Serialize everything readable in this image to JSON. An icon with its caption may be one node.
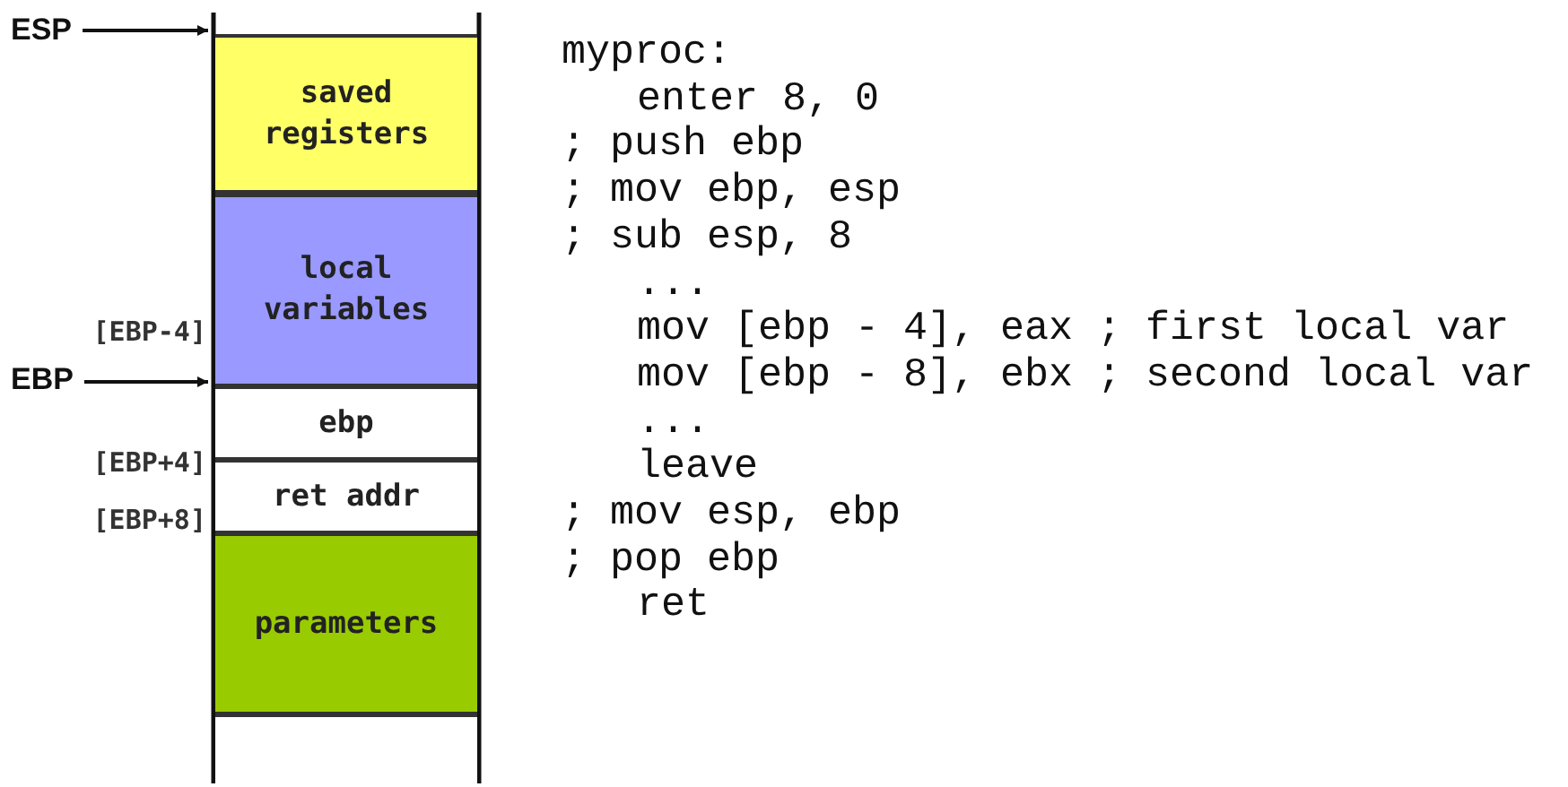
{
  "diagram": {
    "nodes": [
      {
        "text": [
          "ESP"
        ]
      },
      {
        "text": [
          "saved registers"
        ]
      },
      {
        "text": [
          "local variables"
        ]
      },
      {
        "text": [
          "EBP"
        ]
      },
      {
        "text": [
          "ebp"
        ]
      },
      {
        "text": [
          "ret addr"
        ]
      },
      {
        "text": [
          "parameters"
        ]
      },
      {
        "text": [],
        "shape": "box"
      }
    ],
    "edges": [
      {
        "from": 0,
        "to": 1,
        "arrow": "to"
      },
      {
        "from": 3,
        "to": 4,
        "arrow": "to"
      }
    ],
    "labels": [
      "[EBP-4]",
      "[EBP+4]",
      "[EBP+8]",
      "myproc:",
      "enter 8, 0",
      "; push ebp",
      "; mov ebp, esp",
      "; sub esp, 8",
      "...",
      "mov [ebp - 4], eax ; first local var",
      "mov [ebp - 8], ebx ; second local var",
      "...",
      "leave",
      "; mov esp, ebp",
      "; pop ebp",
      "ret"
    ]
  }
}
